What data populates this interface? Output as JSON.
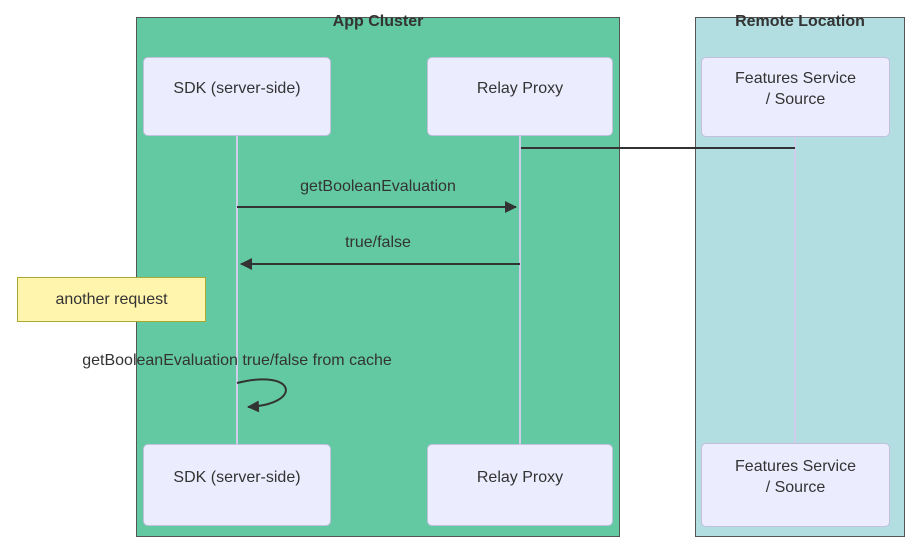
{
  "diagram": {
    "type": "sequence",
    "containers": [
      {
        "label": "App Cluster"
      },
      {
        "label": "Remote Location"
      }
    ],
    "participants": {
      "sdk": {
        "label": "SDK (server-side)"
      },
      "relay": {
        "label": "Relay Proxy"
      },
      "features": {
        "label": "Features Service / Source",
        "display_lines": [
          "Features Service",
          "/ Source"
        ]
      }
    },
    "messages": {
      "connection": {
        "from": "Relay Proxy",
        "to": "Features Service / Source",
        "label": "",
        "kind": "plain-line"
      },
      "get_eval": {
        "from": "SDK (server-side)",
        "to": "Relay Proxy",
        "label": "getBooleanEvaluation",
        "kind": "solid-arrow"
      },
      "true_false": {
        "from": "Relay Proxy",
        "to": "SDK (server-side)",
        "label": "true/false",
        "kind": "solid-arrow"
      },
      "cache": {
        "from": "SDK (server-side)",
        "to": "SDK (server-side)",
        "label": "getBooleanEvaluation true/false from cache",
        "kind": "self-arrow"
      }
    },
    "note": {
      "label": "another request",
      "position": "left of SDK (server-side)"
    }
  },
  "colors": {
    "app-cluster-fill": "#63c9a3",
    "remote-location-fill": "#b2dee2",
    "participant-fill": "#ececff",
    "participant-border": "#c3c0dd",
    "note-fill": "#fff5ad",
    "note-border": "#aaaa33",
    "line": "#333333",
    "lifeline": "#d0cdea",
    "container-border": "#555555",
    "text": "#333333"
  }
}
